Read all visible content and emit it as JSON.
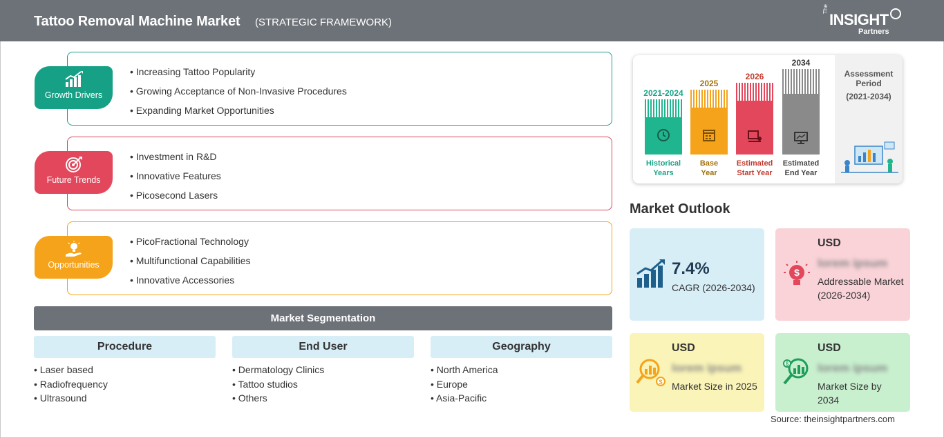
{
  "header": {
    "title": "Tattoo Removal Machine Market",
    "subtitle": "(STRATEGIC FRAMEWORK)",
    "logo": {
      "the": "The",
      "insight": "INSIGHT",
      "partners": "Partners"
    }
  },
  "framework": {
    "growth": {
      "label": "Growth Drivers",
      "icon": "growth-chart-icon",
      "color": "#16a085",
      "items": [
        "Increasing Tattoo Popularity",
        "Growing Acceptance of Non-Invasive Procedures",
        "Expanding Market Opportunities"
      ]
    },
    "trends": {
      "label": "Future Trends",
      "icon": "target-icon",
      "color": "#e2475b",
      "items": [
        "Investment in R&D",
        "Innovative Features",
        "Picosecond Lasers"
      ]
    },
    "opportunities": {
      "label": "Opportunities",
      "icon": "lightbulb-hand-icon",
      "color": "#f5a31a",
      "items": [
        "PicoFractional Technology",
        "Multifunctional Capabilities",
        "Innovative Accessories"
      ]
    }
  },
  "segmentation": {
    "title": "Market Segmentation",
    "columns": [
      {
        "heading": "Procedure",
        "items": [
          "Laser based",
          "Radiofrequency",
          "Ultrasound"
        ]
      },
      {
        "heading": "End User",
        "items": [
          "Dermatology Clinics",
          "Tattoo studios",
          "Others"
        ]
      },
      {
        "heading": "Geography",
        "items": [
          "North America",
          "Europe",
          "Asia-Pacific"
        ]
      }
    ]
  },
  "timeline": {
    "bars": [
      {
        "year": "2021-2024",
        "line1": "Historical",
        "line2": "Years",
        "color": "#1fb58f",
        "icon": "history-icon"
      },
      {
        "year": "2025",
        "line1": "Base",
        "line2": "Year",
        "color": "#f5a31a",
        "icon": "calendar-icon"
      },
      {
        "year": "2026",
        "line1": "Estimated",
        "line2": "Start Year",
        "color": "#e2475b",
        "icon": "presentation-icon"
      },
      {
        "year": "2034",
        "line1": "Estimated",
        "line2": "End Year",
        "color": "#8a8a8a",
        "icon": "monitor-icon"
      }
    ],
    "assessment": {
      "label": "Assessment Period",
      "range": "(2021-2034)"
    }
  },
  "outlook": {
    "title": "Market Outlook",
    "cagr": {
      "value": "7.4%",
      "label": "CAGR (2026-2034)",
      "bg": "#d8eef7",
      "icon": "growth-chart-icon"
    },
    "addressable": {
      "usd": "USD",
      "value": "lorem ipsum",
      "label": "Addressable Market (2026-2034)",
      "bg": "#f9d3d8",
      "icon": "lightbulb-dollar-icon"
    },
    "size2025": {
      "usd": "USD",
      "value": "lorem ipsum",
      "label": "Market Size in 2025",
      "bg": "#fbf4b8",
      "icon": "magnifier-chart-icon"
    },
    "size2034": {
      "usd": "USD",
      "value": "lorem ipsum",
      "label": "Market Size by 2034",
      "bg": "#c8f0cf",
      "icon": "magnifier-chart-icon"
    }
  },
  "source": "Source: theinsightpartners.com"
}
